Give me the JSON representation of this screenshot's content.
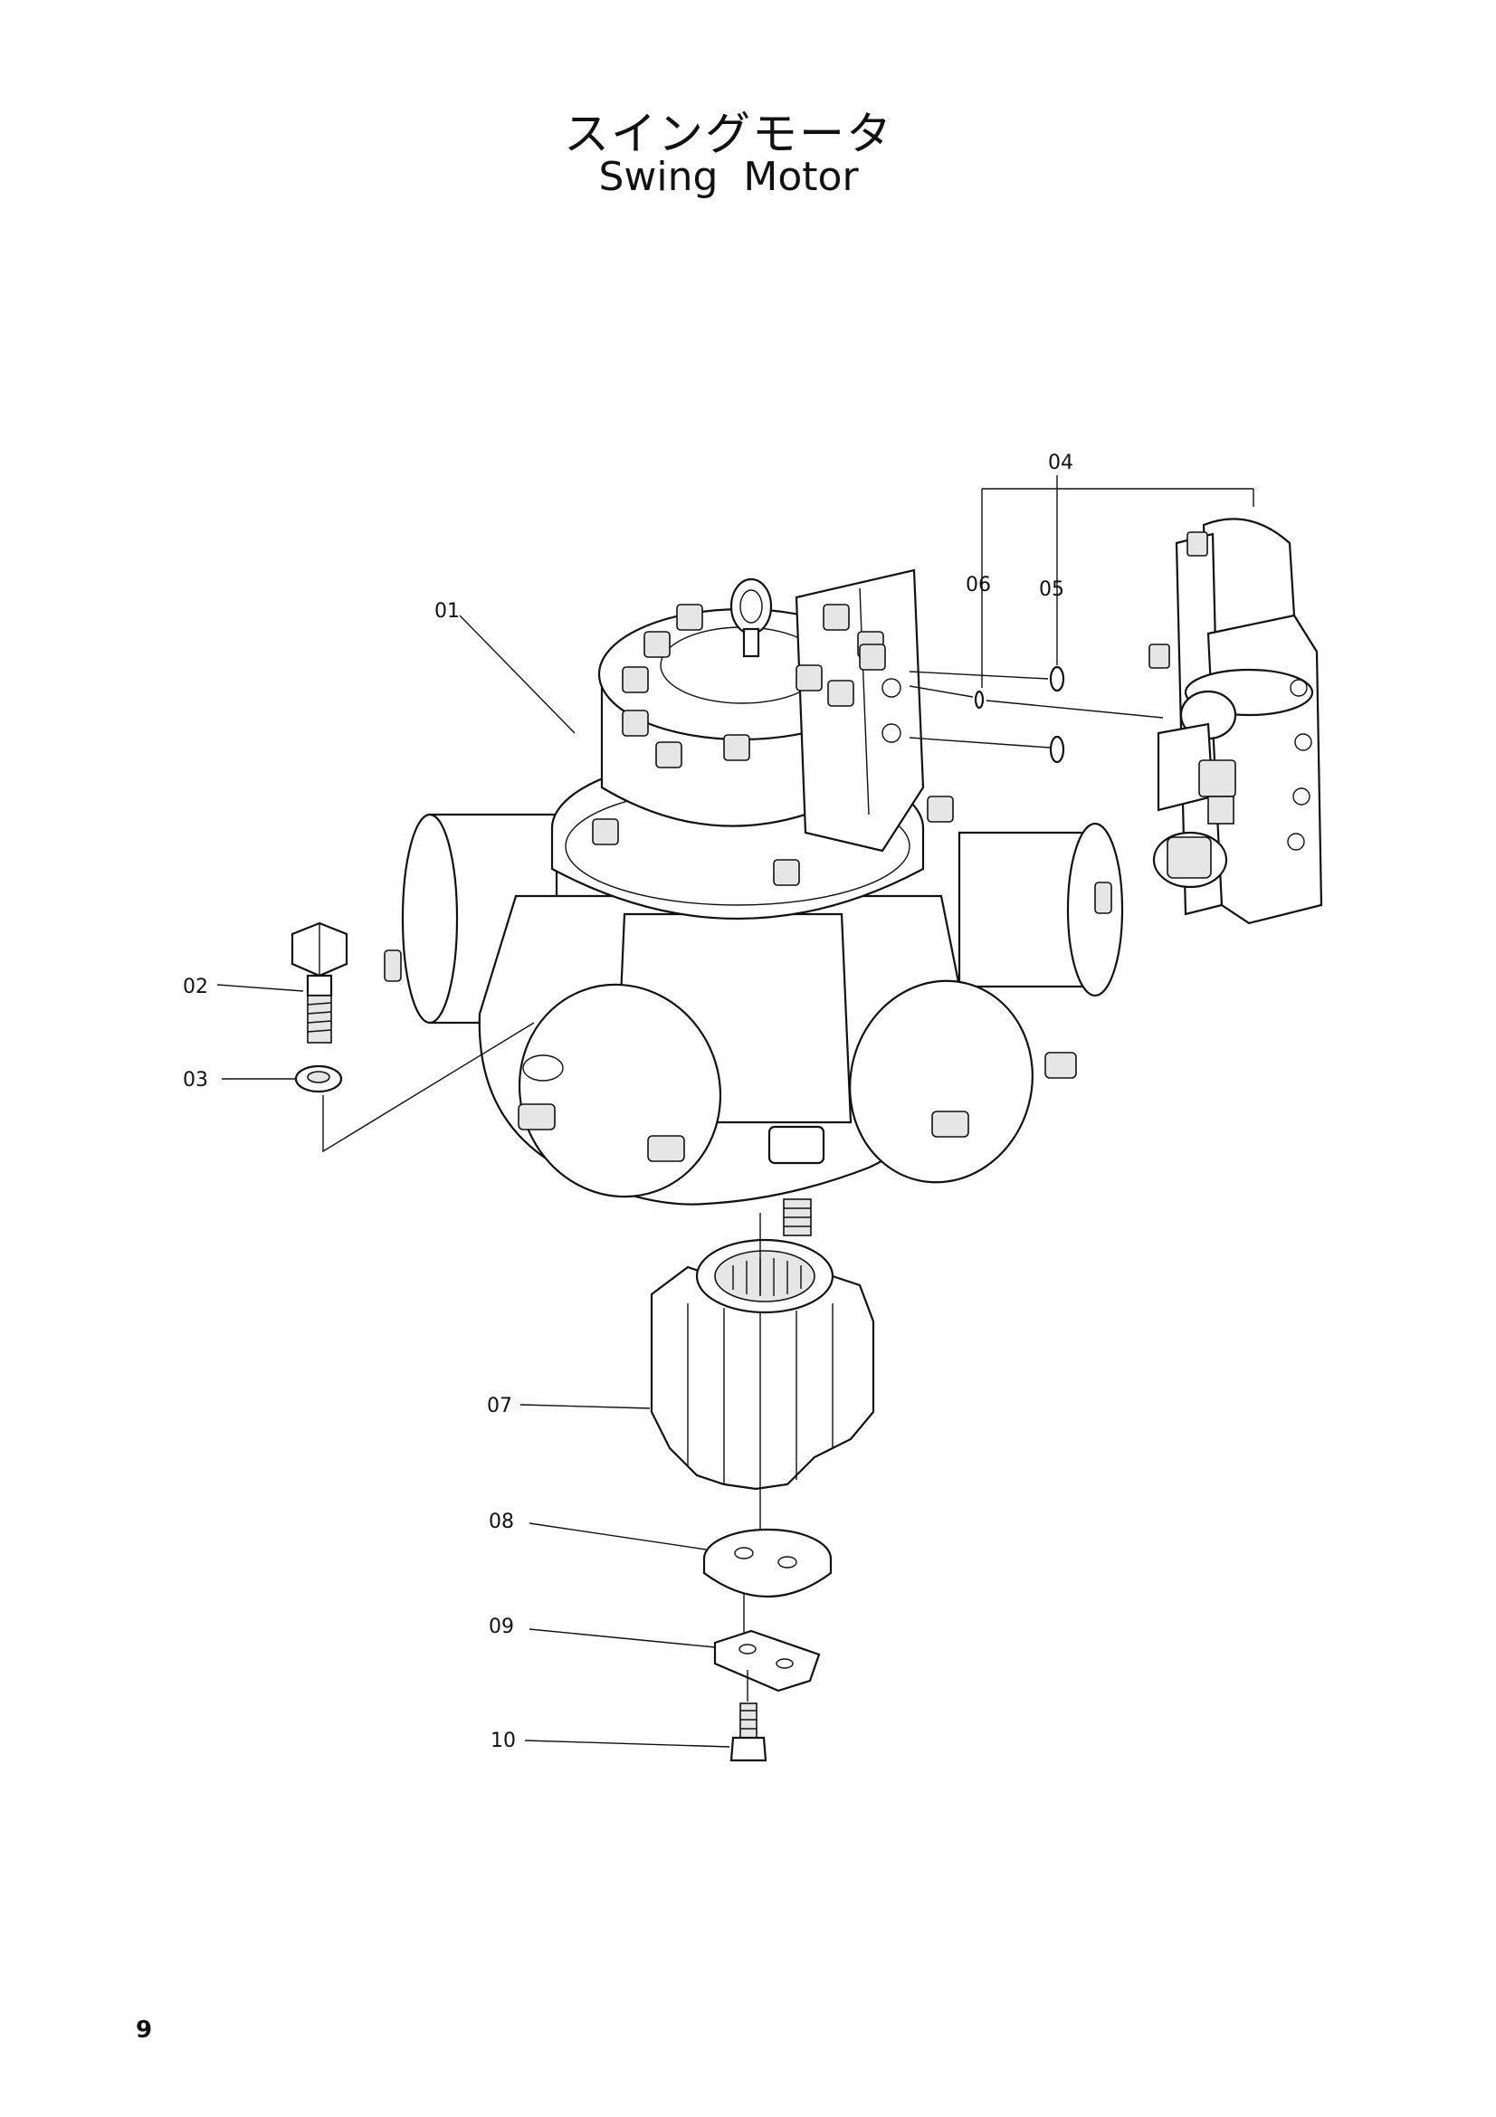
{
  "header": {
    "title_ja": "スイングモータ",
    "title_en": "Swing Motor"
  },
  "callouts": {
    "c01": "01",
    "c02": "02",
    "c03": "03",
    "c04": "04",
    "c05": "05",
    "c06": "06",
    "c07": "07",
    "c08": "08",
    "c09": "09",
    "c10": "10"
  },
  "footer": {
    "page_number": "9"
  }
}
